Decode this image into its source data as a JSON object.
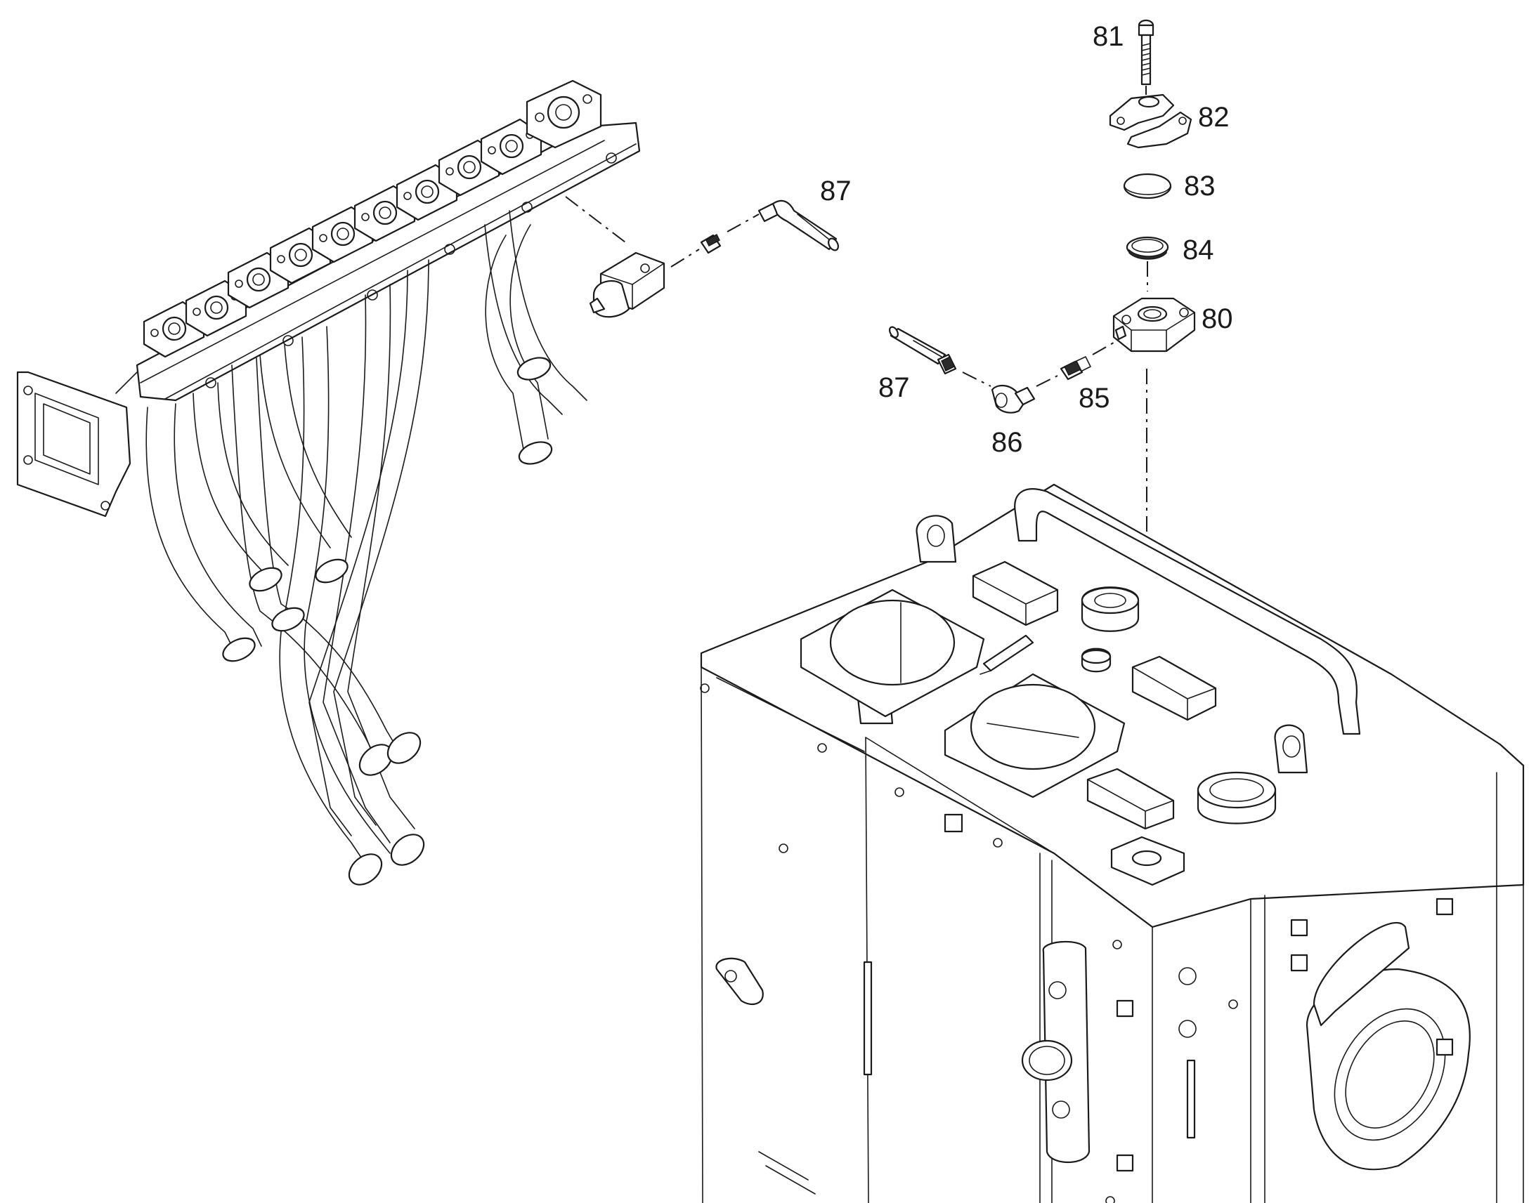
{
  "callouts": {
    "c80": "80",
    "c81": "81",
    "c82": "82",
    "c83": "83",
    "c84": "84",
    "c85": "85",
    "c86": "86",
    "c87a": "87",
    "c87b": "87"
  },
  "colors": {
    "line": "#1a1a1a",
    "background": "#ffffff"
  }
}
